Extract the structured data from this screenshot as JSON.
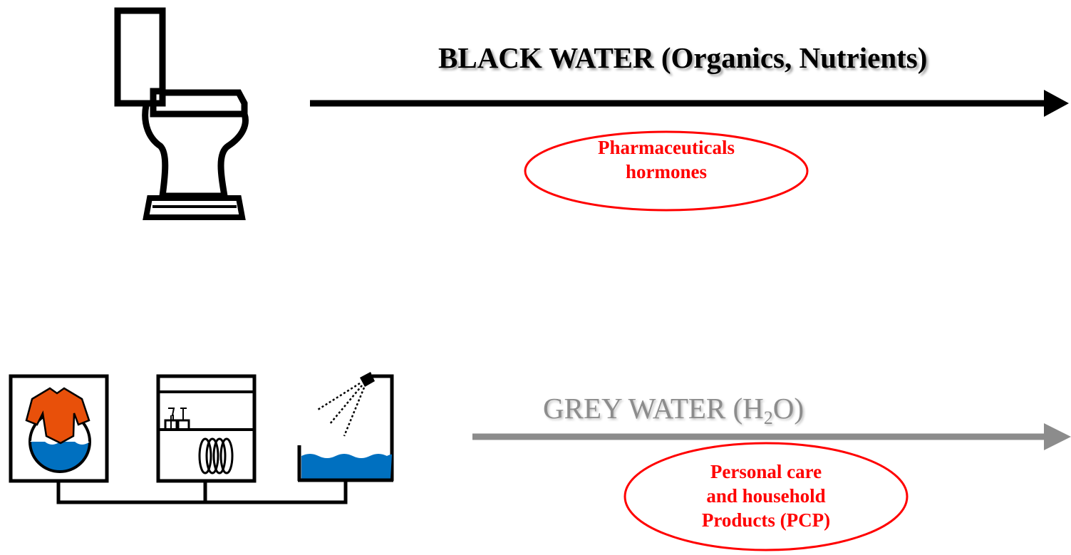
{
  "streams": {
    "black": {
      "title": "BLACK WATER (Organics, Nutrients)",
      "color": "#000000",
      "contaminant_lines": [
        "Pharmaceuticals",
        "hormones"
      ]
    },
    "grey": {
      "title_main": "GREY WATER (H",
      "title_sub": "2",
      "title_end": "O)",
      "color": "#8c8c8c",
      "contaminant_lines": [
        "Personal care",
        "and household",
        "Products (PCP)"
      ]
    }
  },
  "colors": {
    "contaminant": "#ff0000",
    "water": "#0070c0",
    "shirt": "#e8500a"
  },
  "icons": [
    "toilet-icon",
    "washing-machine-icon",
    "dishwasher-icon",
    "shower-icon"
  ]
}
